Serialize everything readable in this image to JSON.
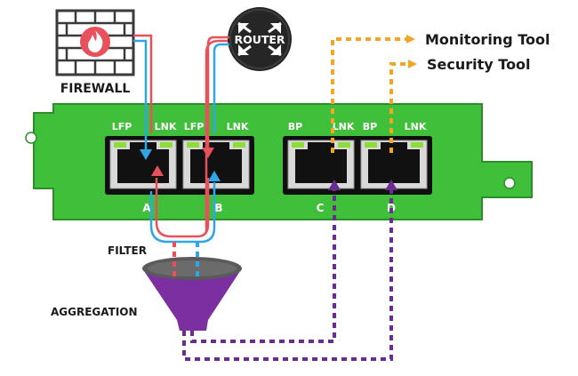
{
  "labels": {
    "firewall": "FIREWALL",
    "router": "ROUTER",
    "monitoring_tool": "Monitoring Tool",
    "security_tool": "Security Tool",
    "filter": "FILTER",
    "aggregation": "AGGREGATION"
  },
  "card": {
    "port_labels": [
      "LFP",
      "LNK",
      "LFP",
      "LNK",
      "BP",
      "LNK",
      "BP",
      "LNK"
    ],
    "port_letters": [
      "A",
      "B",
      "C",
      "D"
    ]
  },
  "colors": {
    "board": "#3fbf3a",
    "red_line": "#e8505b",
    "blue_line": "#2fa6e6",
    "orange_line": "#f5a524",
    "purple_line": "#6a2c8f",
    "funnel": "#7b2fa0"
  },
  "icons": {
    "firewall": "firewall-icon",
    "router": "router-icon",
    "funnel": "funnel-icon"
  }
}
